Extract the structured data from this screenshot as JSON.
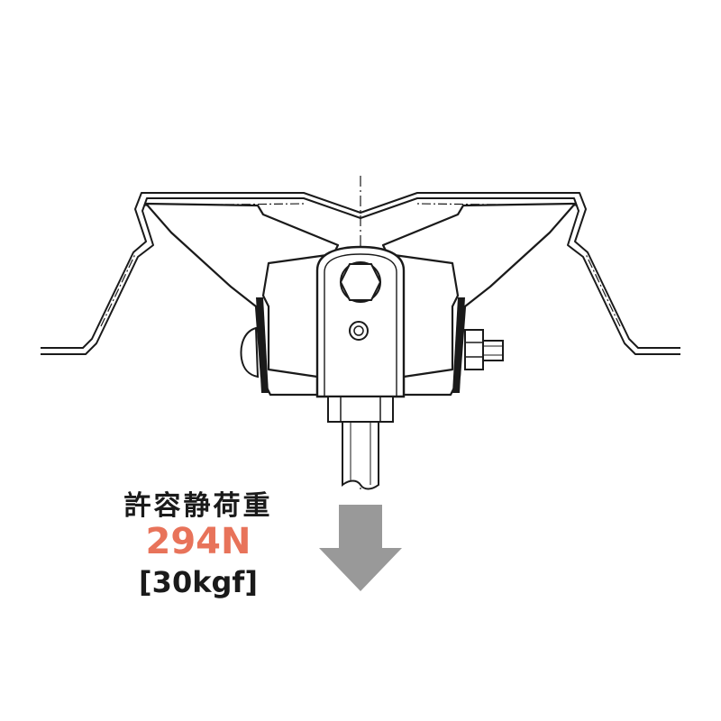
{
  "load": {
    "label": "許容静荷重",
    "value": "294N",
    "unit": "[30kgf]",
    "value_color": "#e8735a"
  },
  "arrow": {
    "direction": "down",
    "color": "#999999"
  },
  "icons": {
    "hanger": "deck-hanger-fitting-icon",
    "arrow": "down-arrow-icon"
  }
}
